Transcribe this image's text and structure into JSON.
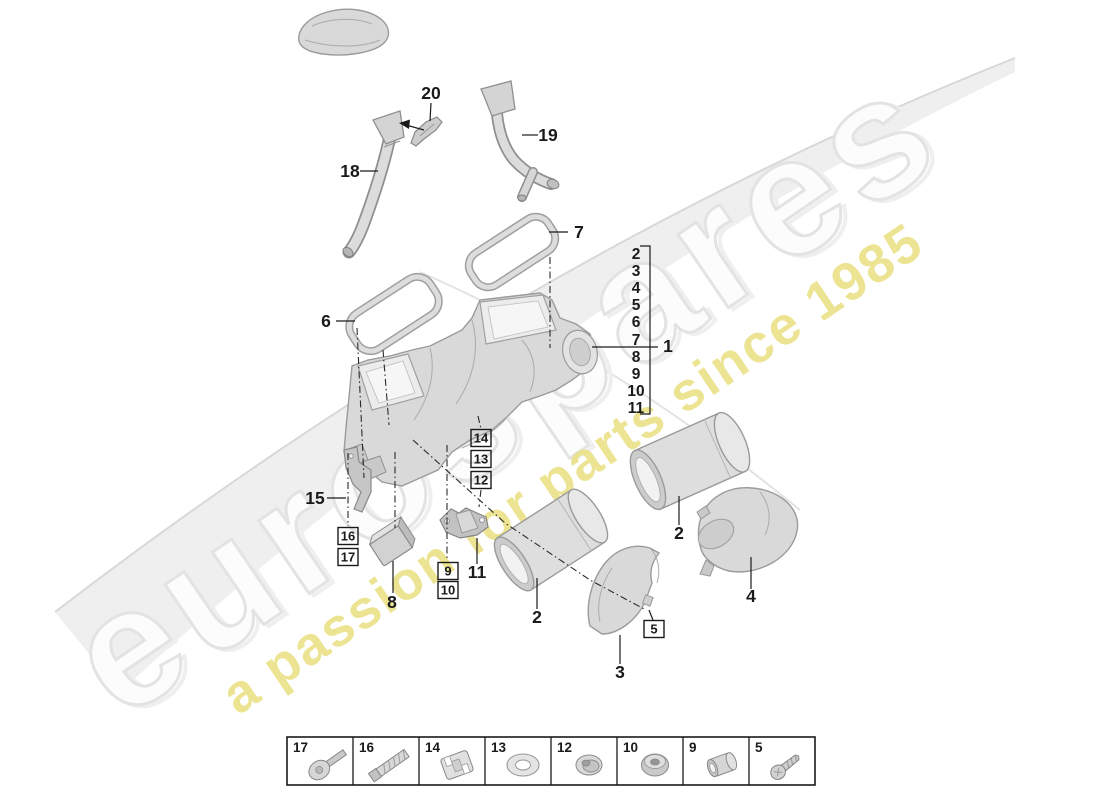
{
  "watermark": {
    "brand": "eurospares",
    "tagline": "a passion for parts since 1985",
    "brand_fill": "#fcfcfc",
    "brand_outline": "#e3e3e3",
    "tagline_color": "#e9e07f",
    "swoosh_color": "#d8d8d8"
  },
  "callouts": {
    "plain": {
      "p1": "1",
      "p2_upper": "2",
      "p2_left": "2",
      "p3": "3",
      "p4": "4",
      "p6": "6",
      "p7": "7",
      "p8": "8",
      "p11": "11",
      "p15": "15",
      "p18": "18",
      "p19": "19",
      "p20": "20"
    },
    "boxed": {
      "b5": "5",
      "b9": "9",
      "b10": "10",
      "b12": "12",
      "b13": "13",
      "b14": "14",
      "b16": "16",
      "b17": "17"
    },
    "group_list": {
      "points_to": "1",
      "items": [
        "2",
        "3",
        "4",
        "5",
        "6",
        "7",
        "8",
        "9",
        "10",
        "11"
      ]
    }
  },
  "legend": {
    "items": [
      {
        "number": "17",
        "icon": "washer-head-screw-icon"
      },
      {
        "number": "16",
        "icon": "threaded-bolt-icon"
      },
      {
        "number": "14",
        "icon": "retaining-clip-icon"
      },
      {
        "number": "13",
        "icon": "flat-washer-icon"
      },
      {
        "number": "12",
        "icon": "flanged-grommet-icon"
      },
      {
        "number": "10",
        "icon": "rubber-grommet-icon"
      },
      {
        "number": "9",
        "icon": "spacer-sleeve-icon"
      },
      {
        "number": "5",
        "icon": "pan-head-screw-icon"
      }
    ]
  }
}
